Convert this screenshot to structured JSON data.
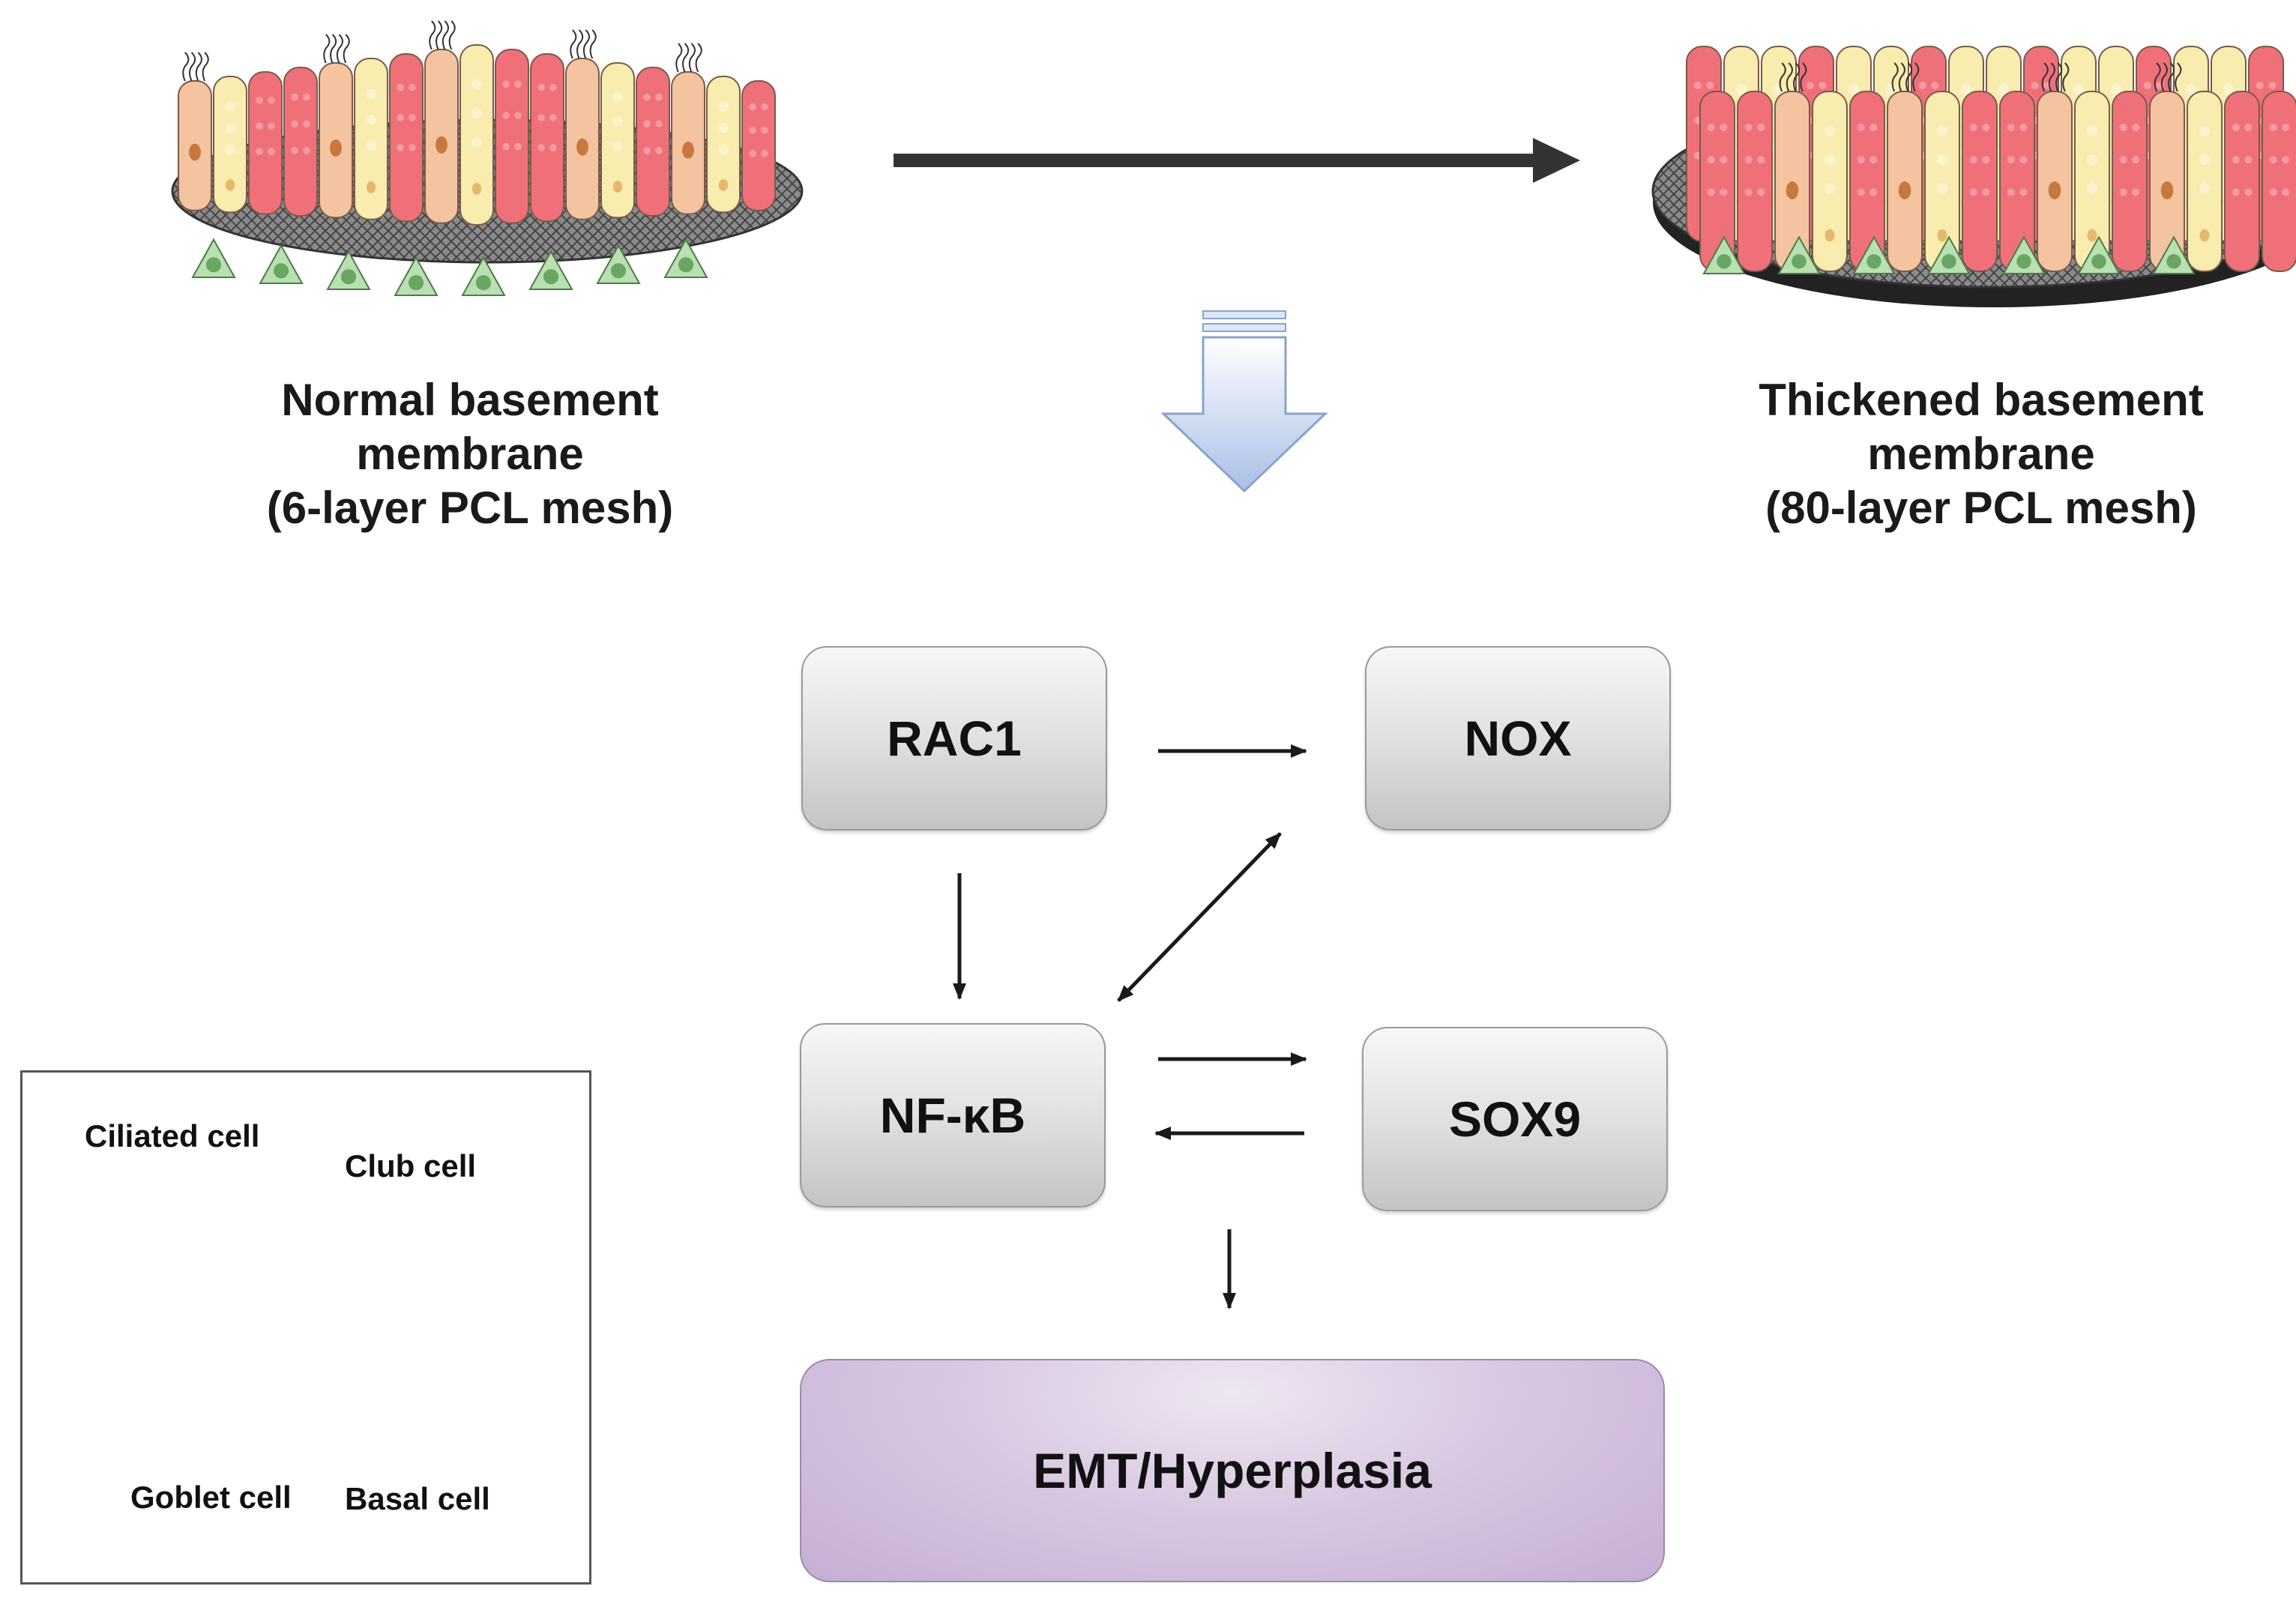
{
  "labels": {
    "normal_line1": "Normal basement",
    "normal_line2": "membrane",
    "normal_line3": "(6-layer PCL mesh)",
    "thick_line1": "Thickened basement",
    "thick_line2": "membrane",
    "thick_line3": "(80-layer PCL mesh)"
  },
  "nodes": {
    "rac1": "RAC1",
    "nox": "NOX",
    "nfkb": "NF-κB",
    "sox9": "SOX9",
    "outcome": "EMT/Hyperplasia"
  },
  "legend": {
    "ciliated": "Ciliated cell",
    "club": "Club cell",
    "goblet": "Goblet cell",
    "basal": "Basal cell"
  },
  "colors": {
    "ciliated": "#f4c3a0",
    "club": "#f0707a",
    "goblet": "#f8ecae",
    "basal": "#b8e0b0",
    "outcome": "#d9c8e2",
    "arrow": "#1a1a1a"
  }
}
